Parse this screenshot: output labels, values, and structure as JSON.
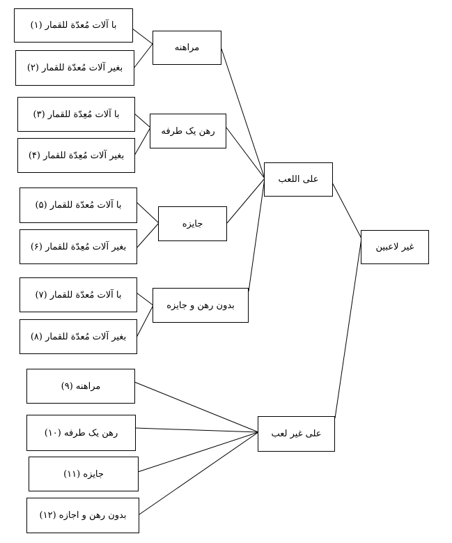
{
  "root": "غیر لاعبین",
  "groups": [
    {
      "label": "علی اللعب",
      "children": [
        {
          "label": "مراهنه",
          "leaves": [
            "با آلات مُعدّة للقمار (۱)",
            "بغیر آلات مُعدّة للقمار (۲)"
          ]
        },
        {
          "label": "رهن یک طرفه",
          "leaves": [
            "با آلات مُعِدّة للقمار (۳)",
            "بغیر آلات مُعِدّة للقمار (۴)"
          ]
        },
        {
          "label": "جایزه",
          "leaves": [
            "با آلات مُعدّة للقمار (۵)",
            "بغیر آلات مُعِدّة للقمار (۶)"
          ]
        },
        {
          "label": "بدون رهن و جایزه",
          "leaves": [
            "با آلات مُعدّة للقمار (۷)",
            "بغیر آلات مُعدّة للقمار (۸)"
          ]
        }
      ]
    },
    {
      "label": "علی غیر لعب",
      "leaves": [
        "مراهنه (۹)",
        "رهن یک طرفه (۱۰)",
        "جایزه (۱۱)",
        "بدون رهن و اجازه (۱۲)"
      ]
    }
  ]
}
